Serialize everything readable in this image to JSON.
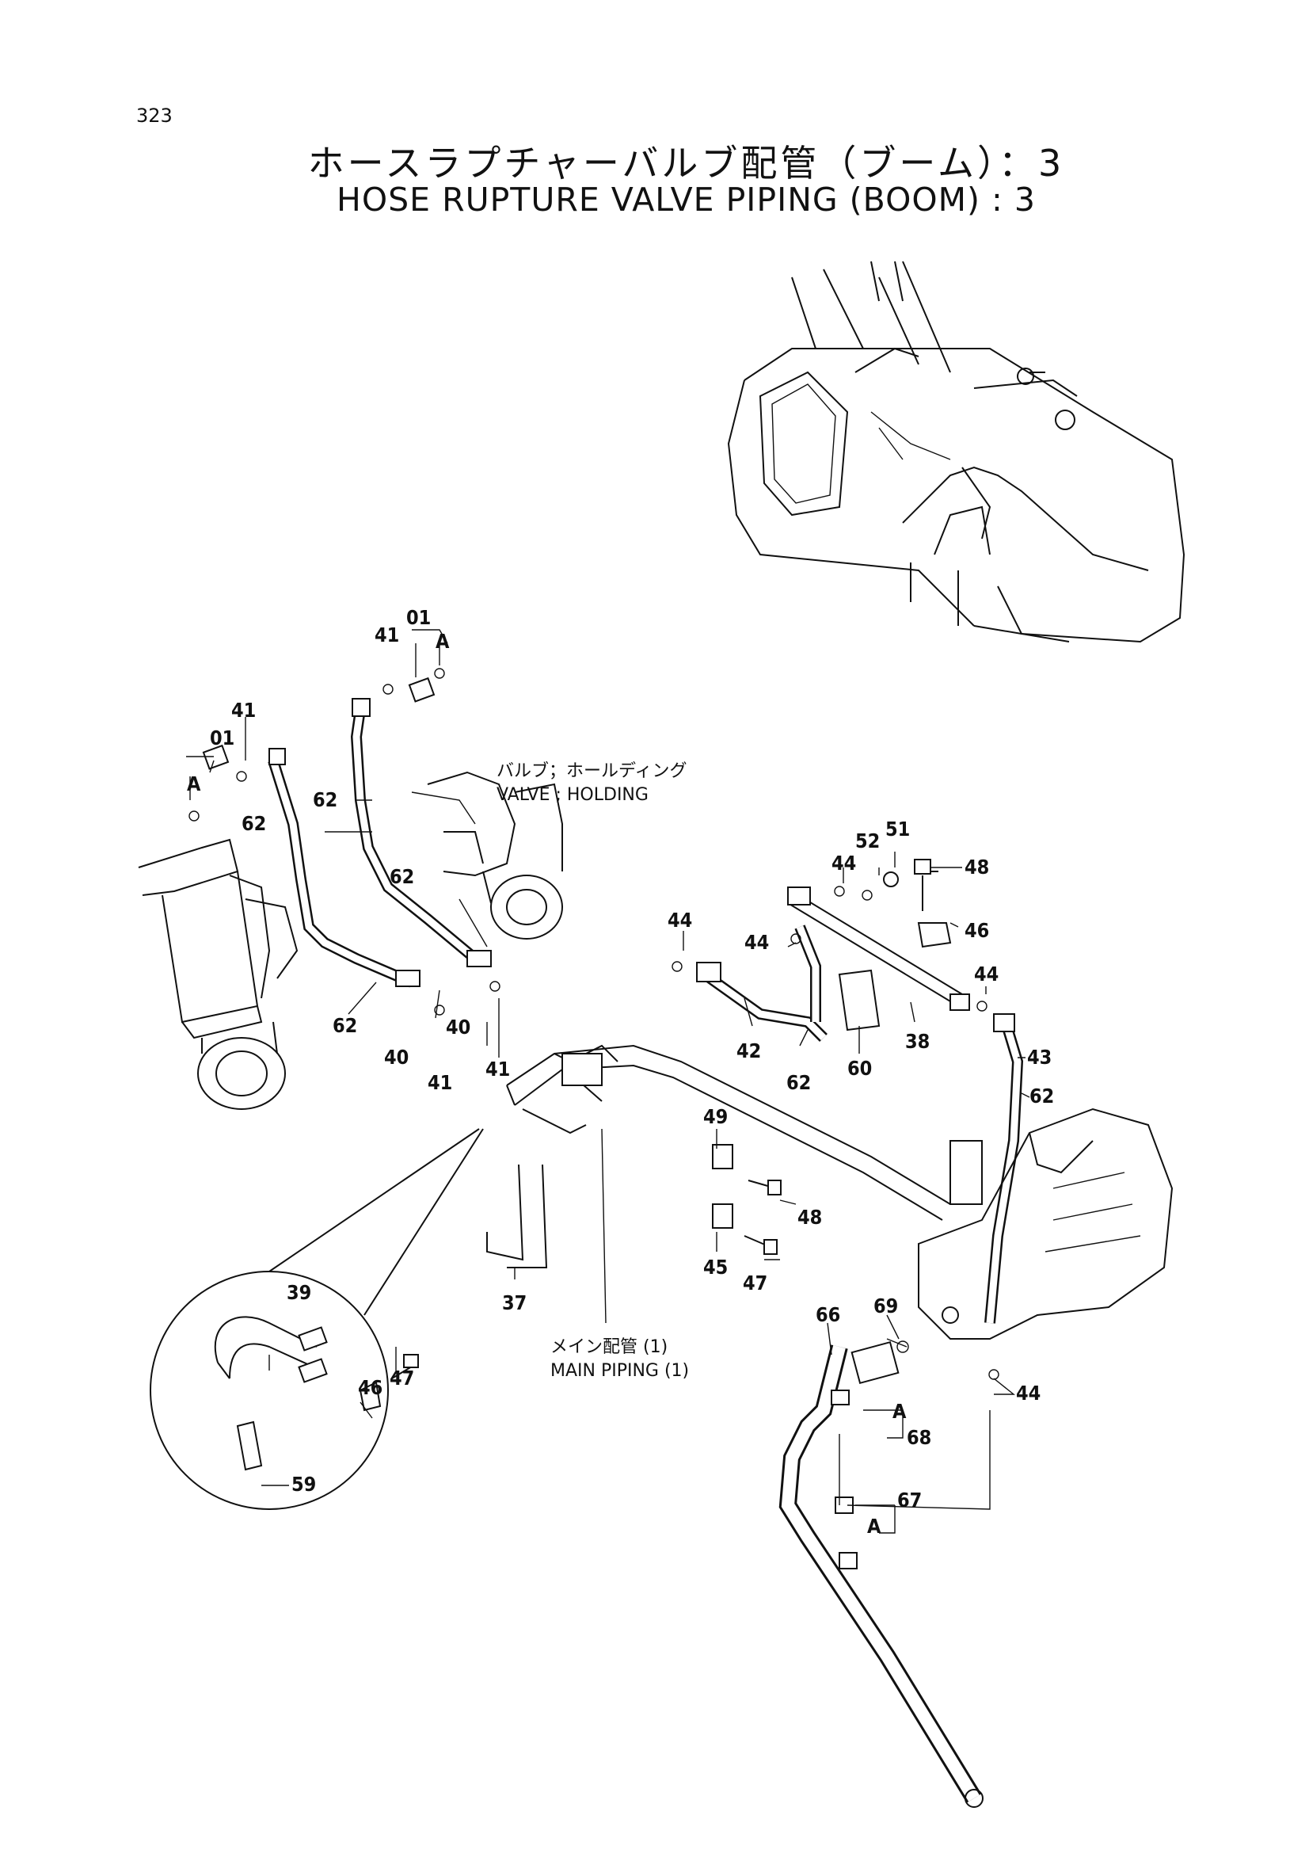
{
  "page_number": "323",
  "title_jp": "ホースラプチャーバルブ配管（ブーム）：3",
  "title_en": "HOSE RUPTURE VALVE PIPING (BOOM) : 3",
  "labels": {
    "valve_holding_jp": "バルブ；ホールディング",
    "valve_holding_en": "VALVE ; HOLDING",
    "main_piping_jp": "メイン配管 (1)",
    "main_piping_en": "MAIN PIPING (1)"
  },
  "callouts": [
    "01",
    "A",
    "41",
    "01",
    "A",
    "41",
    "62",
    "62",
    "62",
    "62",
    "40",
    "40",
    "41",
    "41",
    "44",
    "44",
    "42",
    "62",
    "60",
    "44",
    "52",
    "51",
    "48",
    "46",
    "38",
    "44",
    "43",
    "62",
    "49",
    "48",
    "45",
    "47",
    "37",
    "39",
    "47",
    "46",
    "59",
    "69",
    "66",
    "44",
    "A",
    "68",
    "67",
    "A"
  ]
}
